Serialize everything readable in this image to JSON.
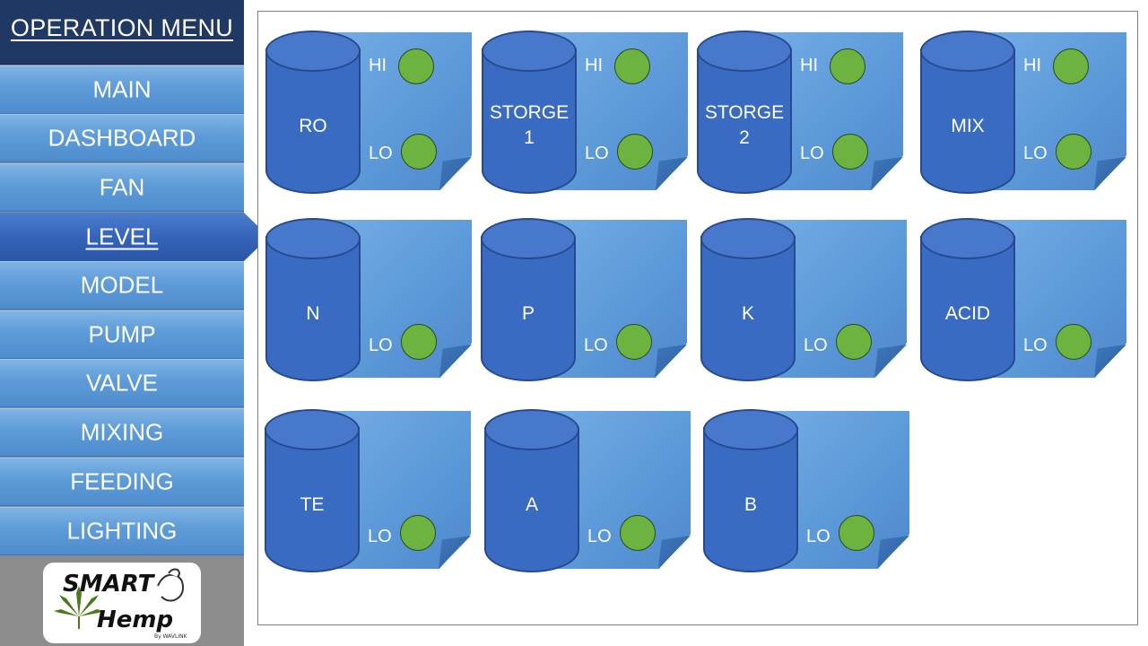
{
  "menu": {
    "title": "OPERATION MENU",
    "items": [
      {
        "label": "MAIN",
        "active": false
      },
      {
        "label": "DASHBOARD",
        "active": false
      },
      {
        "label": "FAN",
        "active": false
      },
      {
        "label": "LEVEL",
        "active": true
      },
      {
        "label": "MODEL",
        "active": false
      },
      {
        "label": "PUMP",
        "active": false
      },
      {
        "label": "VALVE",
        "active": false
      },
      {
        "label": "MIXING",
        "active": false
      },
      {
        "label": "FEEDING",
        "active": false
      },
      {
        "label": "LIGHTING",
        "active": false
      }
    ]
  },
  "logo": {
    "line1": "SMART",
    "line2": "Hemp",
    "tagline": "By WAVLINK"
  },
  "labels": {
    "hi": "HI",
    "lo": "LO"
  },
  "colors": {
    "led_on": "#6db33f",
    "tank": "#3a6bc2",
    "card": "#5d9ad9",
    "menu_title_bg": "#1f3864"
  },
  "tanks": [
    {
      "name": "RO",
      "hi": "on",
      "lo": "on"
    },
    {
      "name": "STORGE\n1",
      "hi": "on",
      "lo": "on"
    },
    {
      "name": "STORGE\n2",
      "hi": "on",
      "lo": "on"
    },
    {
      "name": "MIX",
      "hi": "on",
      "lo": "on"
    },
    {
      "name": "N",
      "lo": "on"
    },
    {
      "name": "P",
      "lo": "on"
    },
    {
      "name": "K",
      "lo": "on"
    },
    {
      "name": "ACID",
      "lo": "on"
    },
    {
      "name": "TE",
      "lo": "on"
    },
    {
      "name": "A",
      "lo": "on"
    },
    {
      "name": "B",
      "lo": "on"
    }
  ]
}
